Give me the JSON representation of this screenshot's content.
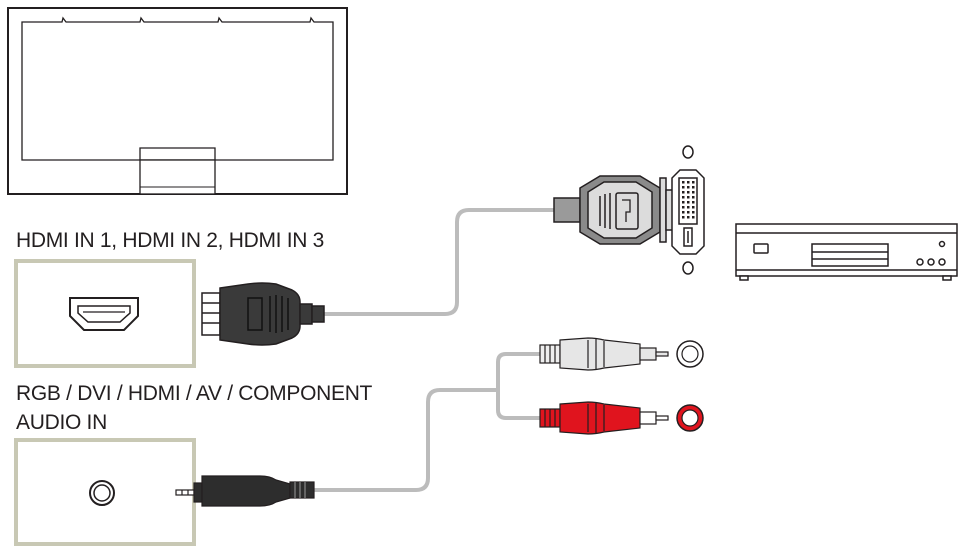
{
  "labels": {
    "hdmi_ports": "HDMI IN 1, HDMI IN 2, HDMI IN 3",
    "audio_line1": "RGB / DVI / HDMI / AV / COMPONENT",
    "audio_line2": "AUDIO IN"
  },
  "colors": {
    "panel_border": "#c8c8b4",
    "line": "#231f20",
    "cable": "#bcbcbc",
    "plug_dark": "#3a3a3a",
    "plug_gray": "#8a8a8a",
    "rca_white": "#e6e6e6",
    "rca_red": "#e0141e"
  }
}
